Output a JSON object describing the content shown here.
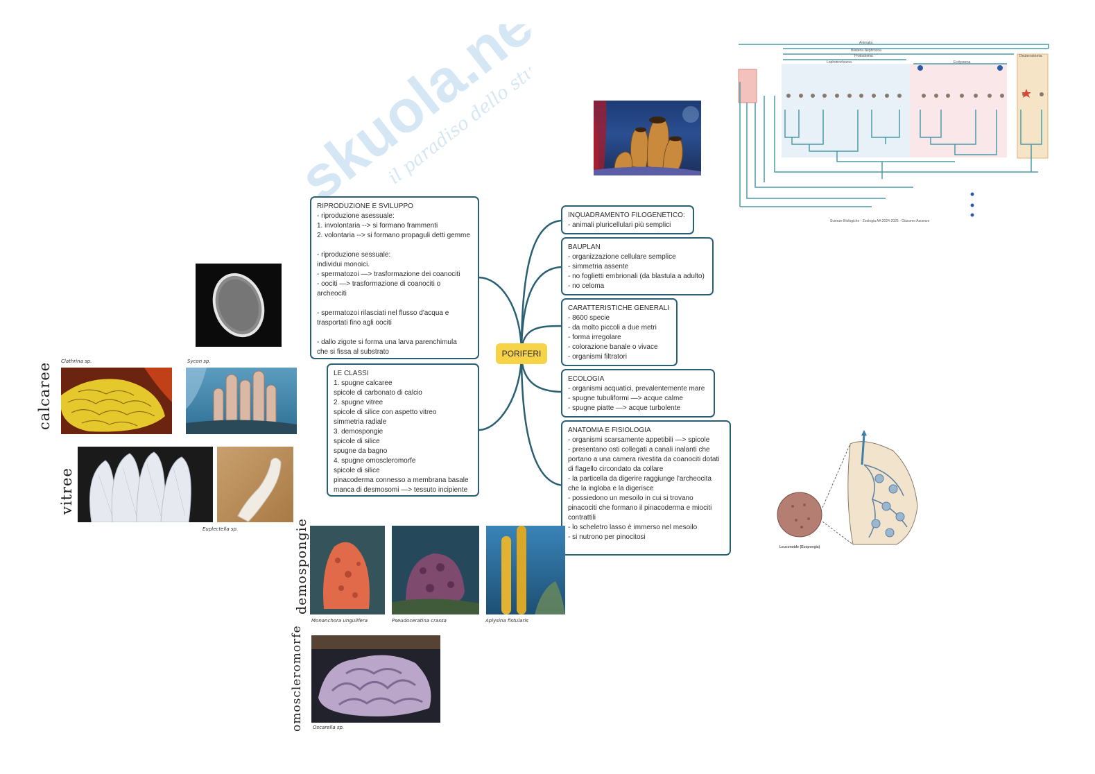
{
  "watermark": {
    "brand": "skuola.net",
    "tagline": "il paradiso dello studente"
  },
  "center": {
    "label": "PORIFERI"
  },
  "boxes": {
    "riproduzione": {
      "title": "RIPRODUZIONE E SVILUPPO",
      "lines": [
        "- riproduzione asessuale:",
        "1. involontaria --> si formano frammenti",
        "2. volontaria --> si formano propaguli detti gemme",
        "",
        "- riproduzione sessuale:",
        "individui monoici.",
        "- spermatozoi —> trasformazione dei coanociti",
        "- oociti —> trasformazione di coanociti o",
        "archeociti",
        "",
        "- spermatozoi rilasciati nel flusso d'acqua e",
        "trasportati fino agli oociti",
        "",
        "- dallo zigote si forma una larva parenchimula",
        "che si fissa al substrato"
      ]
    },
    "classi": {
      "title": "LE CLASSI",
      "lines": [
        "1. spugne calcaree",
        "spicole di carbonato di calcio",
        "2. spugne vitree",
        "spicole di silice con aspetto vitreo",
        "simmetria radiale",
        "3. demospongie",
        "spicole di silice",
        "spugne da bagno",
        "4. spugne omoscleromorfe",
        "spicole di silice",
        "pinacoderma connesso a membrana basale",
        "manca di desmosomi —> tessuto incipiente"
      ]
    },
    "inquadramento": {
      "title": "INQUADRAMENTO FILOGENETICO:",
      "lines": [
        "- animali pluricellulari più semplici"
      ]
    },
    "bauplan": {
      "title": "BAUPLAN",
      "lines": [
        "- organizzazione cellulare semplice",
        "- simmetria assente",
        "- no foglietti embrionali (da blastula a adulto)",
        "- no celoma"
      ]
    },
    "caratteristiche": {
      "title": "CARATTERISTICHE GENERALI",
      "lines": [
        "- 8600 specie",
        "- da molto piccoli a due metri",
        "- forma irregolare",
        "- colorazione banale o vivace",
        "- organismi filtratori"
      ]
    },
    "ecologia": {
      "title": "ECOLOGIA",
      "lines": [
        "- organismi acquatici, prevalentemente mare",
        "- spugne tubuliformi —> acque calme",
        "- spugne piatte —> acque turbolente"
      ]
    },
    "anatomia": {
      "title": "ANATOMIA E FISIOLOGIA",
      "lines": [
        "- organismi scarsamente appetibili —> spicole",
        "- presentano osti collegati a canali inalanti che",
        "portano a una camera rivestita da coanociti dotati",
        "di flagello circondato da collare",
        "- la particella da digerire raggiunge l'archeocita",
        "che la ingloba e la digerisce",
        "- possiedono un mesoilo in cui si trovano",
        "pinacociti che formano il pinacoderma e miociti",
        "contrattili",
        "- lo scheletro lasso è immerso nel mesoilo",
        "- si nutrono per pinocitosi"
      ]
    }
  },
  "handwritten_labels": {
    "calcaree": "calcaree",
    "vitree": "vitree",
    "demospongie": "demospongie",
    "omoscleromorfe": "omoscleromorfe"
  },
  "captions": {
    "clathrina": "Clathrina sp.",
    "sycon": "Sycon sp.",
    "vitree_img": "Euplectella sp.",
    "demo1": "Monanchora ungulifera",
    "demo2": "Pseudoceratina crassa",
    "demo3": "Aplysina fistularis",
    "omo": "Oscarella sp."
  },
  "phylo": {
    "top1": "Animalia",
    "top2": "Bilateria Nephrozoa",
    "top3": "Protostomia",
    "grp_lopho": "Lophotrochozoa",
    "grp_ecdy": "Ecdysozoa",
    "grp_deut": "Deuterostomia",
    "footer": "Scienze Biologiche - Zoologia AA 2024-2025 - Giacomo Ascenzo"
  },
  "leucon": {
    "label": "Leuconoide (Euspongia)"
  },
  "colors": {
    "box_border": "#2a5f72",
    "center_fill": "#f7d34a",
    "watermark": "#7fb3e0"
  }
}
